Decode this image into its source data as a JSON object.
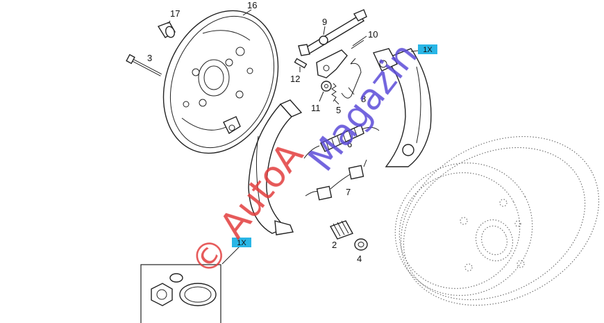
{
  "labels": {
    "p17": "17",
    "p16": "16",
    "p3": "3",
    "p9": "9",
    "p10": "10",
    "p12": "12",
    "p8": "8",
    "p11": "11",
    "p5": "5",
    "p6": "6",
    "p7": "7",
    "p2": "2",
    "p4": "4",
    "tag_right": "1X",
    "tag_left": "1X"
  },
  "watermark": {
    "line1": "© AutoA",
    "line2": "Magazin",
    "color_red": "#e23b3b",
    "color_blue": "#5a4ad8"
  },
  "colors": {
    "tag_fill": "#29b6e6",
    "line": "#222222"
  },
  "icons": {
    "backing_plate": "brake-backing-plate-icon",
    "drum": "brake-drum-icon",
    "shoe": "brake-shoe-icon"
  }
}
